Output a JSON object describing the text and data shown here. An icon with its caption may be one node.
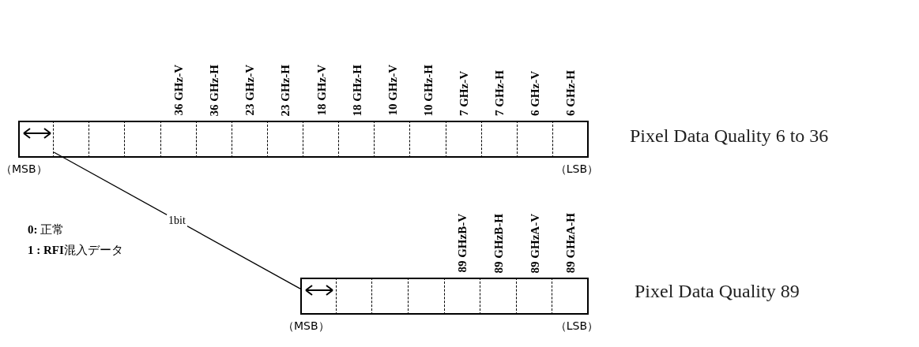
{
  "diagram": {
    "nodes": [
      {
        "text": [
          "Pixel Data Quality 6 to 36"
        ],
        "beside": [
          "（MSB）",
          "（LSB）"
        ]
      },
      {
        "text": [],
        "shape": "box",
        "in": 0
      },
      {
        "text": [],
        "shape": "box",
        "in": 0
      },
      {
        "text": [],
        "shape": "box",
        "in": 0
      },
      {
        "text": [],
        "shape": "box",
        "in": 0
      },
      {
        "text": [],
        "shape": "box",
        "in": 0,
        "beside": [
          "36 GHz-V"
        ]
      },
      {
        "text": [],
        "shape": "box",
        "in": 0,
        "beside": [
          "36 GHz-H"
        ]
      },
      {
        "text": [],
        "shape": "box",
        "in": 0,
        "beside": [
          "23 GHz-V"
        ]
      },
      {
        "text": [],
        "shape": "box",
        "in": 0,
        "beside": [
          "23 GHz-H"
        ]
      },
      {
        "text": [],
        "shape": "box",
        "in": 0,
        "beside": [
          "18 GHz-V"
        ]
      },
      {
        "text": [],
        "shape": "box",
        "in": 0,
        "beside": [
          "18 GHz-H"
        ]
      },
      {
        "text": [],
        "shape": "box",
        "in": 0,
        "beside": [
          "10 GHz-V"
        ]
      },
      {
        "text": [],
        "shape": "box",
        "in": 0,
        "beside": [
          "10 GHz-H"
        ]
      },
      {
        "text": [],
        "shape": "box",
        "in": 0,
        "beside": [
          "7 GHz-V"
        ]
      },
      {
        "text": [],
        "shape": "box",
        "in": 0,
        "beside": [
          "7 GHz-H"
        ]
      },
      {
        "text": [],
        "shape": "box",
        "in": 0,
        "beside": [
          "6 GHz-V"
        ]
      },
      {
        "text": [],
        "shape": "box",
        "in": 0,
        "beside": [
          "6 GHz-H"
        ]
      },
      {
        "text": [
          "Pixel Data Quality 89"
        ],
        "beside": [
          "（MSB）",
          "（LSB）"
        ]
      },
      {
        "text": [],
        "shape": "box",
        "in": 17
      },
      {
        "text": [],
        "shape": "box",
        "in": 17
      },
      {
        "text": [],
        "shape": "box",
        "in": 17
      },
      {
        "text": [],
        "shape": "box",
        "in": 17
      },
      {
        "text": [],
        "shape": "box",
        "in": 17,
        "beside": [
          "89 GHzB-V"
        ]
      },
      {
        "text": [],
        "shape": "box",
        "in": 17,
        "beside": [
          "89 GHzB-H"
        ]
      },
      {
        "text": [],
        "shape": "box",
        "in": 17,
        "beside": [
          "89 GHzA-V"
        ]
      },
      {
        "text": [],
        "shape": "box",
        "in": 17,
        "beside": [
          "89 GHzA-H"
        ]
      }
    ],
    "edges": [
      {
        "from": 1,
        "to": 18,
        "arrow": "none",
        "label": "1bit"
      }
    ],
    "labels": [
      "**0:** 正常",
      "**1 : RFI**混入データ"
    ]
  }
}
